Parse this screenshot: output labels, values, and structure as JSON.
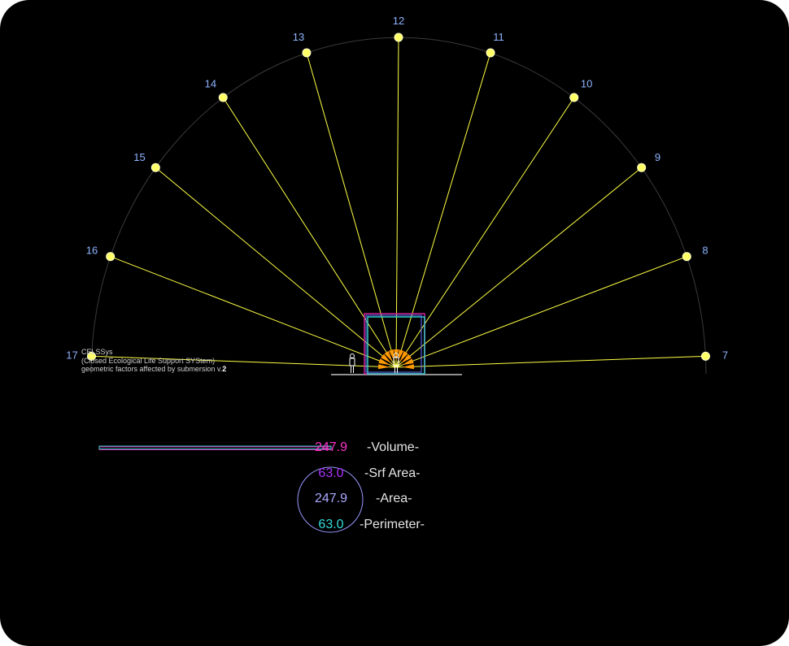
{
  "diagram": {
    "sun_positions": [
      {
        "hour": "7"
      },
      {
        "hour": "8"
      },
      {
        "hour": "9"
      },
      {
        "hour": "10"
      },
      {
        "hour": "11"
      },
      {
        "hour": "12"
      },
      {
        "hour": "13"
      },
      {
        "hour": "14"
      },
      {
        "hour": "15"
      },
      {
        "hour": "16"
      },
      {
        "hour": "17"
      }
    ],
    "colors": {
      "background": "#000000",
      "sun_ray": "#ffff44",
      "sun_marker": "#ffff66",
      "arc": "#3a3a3a",
      "arrow": "#ff9900",
      "hour_label": "#8fb4ff"
    }
  },
  "caption": {
    "line1": "CELSSys",
    "line2": "(Closed Ecological Life Support SYStem)",
    "line3": "geometric factors affected by submersion v.",
    "version": "2"
  },
  "metrics": [
    {
      "value": "247.9",
      "name": "-Volume-",
      "color": "#ff33cc"
    },
    {
      "value": "63.0",
      "name": "-Srf Area-",
      "color": "#aa33ff"
    },
    {
      "value": "247.9",
      "name": "-Area-",
      "color": "#aaaaff"
    },
    {
      "value": "63.0",
      "name": "-Perimeter-",
      "color": "#33dddd"
    }
  ]
}
